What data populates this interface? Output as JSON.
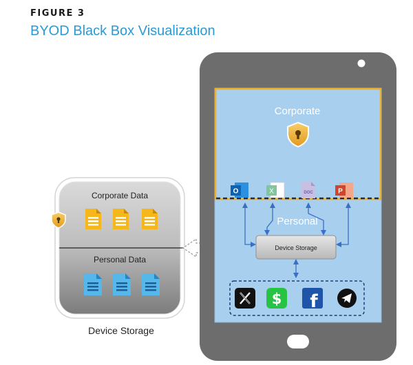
{
  "figure": {
    "label": "FIGURE 3",
    "title": "BYOD Black Box Visualization"
  },
  "storage_box": {
    "corporate_label": "Corporate Data",
    "personal_label": "Personal Data",
    "caption": "Device Storage",
    "lock_icon": "shield-lock-icon",
    "corporate_doc_icon": "yellow-document-icon",
    "personal_doc_icon": "blue-document-icon"
  },
  "phone": {
    "corporate_label": "Corporate",
    "personal_label": "Personal",
    "device_storage_label": "Device Storage",
    "corporate_apps": [
      {
        "name": "outlook-icon",
        "letter": "O",
        "color": "#0f62b0"
      },
      {
        "name": "excel-icon",
        "letter": "X",
        "color": "#2f9a56"
      },
      {
        "name": "document-icon",
        "letter": "DOC",
        "color": "#8b78c0"
      },
      {
        "name": "powerpoint-icon",
        "letter": "P",
        "color": "#d1452b"
      }
    ],
    "personal_apps": [
      {
        "name": "x-icon",
        "letter": "X",
        "color": "#111111"
      },
      {
        "name": "cash-app-icon",
        "letter": "$",
        "color": "#28c245"
      },
      {
        "name": "facebook-icon",
        "letter": "f",
        "color": "#1f55a8"
      },
      {
        "name": "telegram-icon",
        "letter": "➤",
        "color": "#111111"
      }
    ]
  },
  "colors": {
    "accent": "#2a9ad6",
    "phone_body": "#6d6d6d",
    "screen_blue": "#a9cfee",
    "corporate_border": "#f2b02a",
    "arrow": "#3a6fc4"
  }
}
